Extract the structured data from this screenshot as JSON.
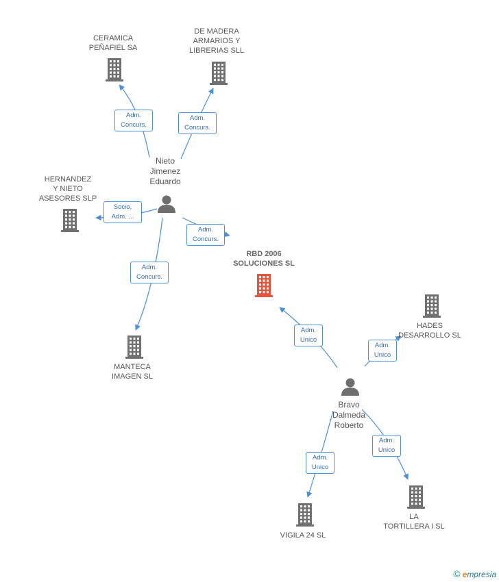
{
  "colors": {
    "edge": "#4a90d9",
    "building": "#707070",
    "main_building": "#e8533a",
    "person": "#6e6e6e"
  },
  "main": {
    "label": "RBD 2006\nSOLUCIONES SL"
  },
  "companies": [
    {
      "id": "ceramica",
      "label": "CERAMICA\nPEÑAFIEL SA"
    },
    {
      "id": "madera",
      "label": "DE MADERA\nARMARIOS Y\nLIBRERIAS SLL"
    },
    {
      "id": "hernandez",
      "label": "HERNANDEZ\nY NIETO\nASESORES SLP"
    },
    {
      "id": "manteca",
      "label": "MANTECA\nIMAGEN SL"
    },
    {
      "id": "hades",
      "label": "HADES\nDESARROLLO SL"
    },
    {
      "id": "vigila",
      "label": "VIGILA 24 SL"
    },
    {
      "id": "tortillera",
      "label": "LA\nTORTILLERA I SL"
    }
  ],
  "people": [
    {
      "id": "nieto",
      "label": "Nieto\nJimenez\nEduardo"
    },
    {
      "id": "bravo",
      "label": "Bravo\nDalmeda\nRoberto"
    }
  ],
  "edges": [
    {
      "id": "nieto-ceramica",
      "label": "Adm.\nConcurs."
    },
    {
      "id": "nieto-madera",
      "label": "Adm.\nConcurs."
    },
    {
      "id": "nieto-hernandez",
      "label": "Socio,\nAdm. ..."
    },
    {
      "id": "nieto-main",
      "label": "Adm.\nConcurs."
    },
    {
      "id": "nieto-manteca",
      "label": "Adm.\nConcurs."
    },
    {
      "id": "bravo-main",
      "label": "Adm.\nUnico"
    },
    {
      "id": "bravo-hades",
      "label": "Adm.\nUnico"
    },
    {
      "id": "bravo-vigila",
      "label": "Adm.\nUnico"
    },
    {
      "id": "bravo-tortillera",
      "label": "Adm.\nUnico"
    }
  ],
  "brand": {
    "copyright": "©",
    "first_letter": "e",
    "rest": "mpresia"
  }
}
